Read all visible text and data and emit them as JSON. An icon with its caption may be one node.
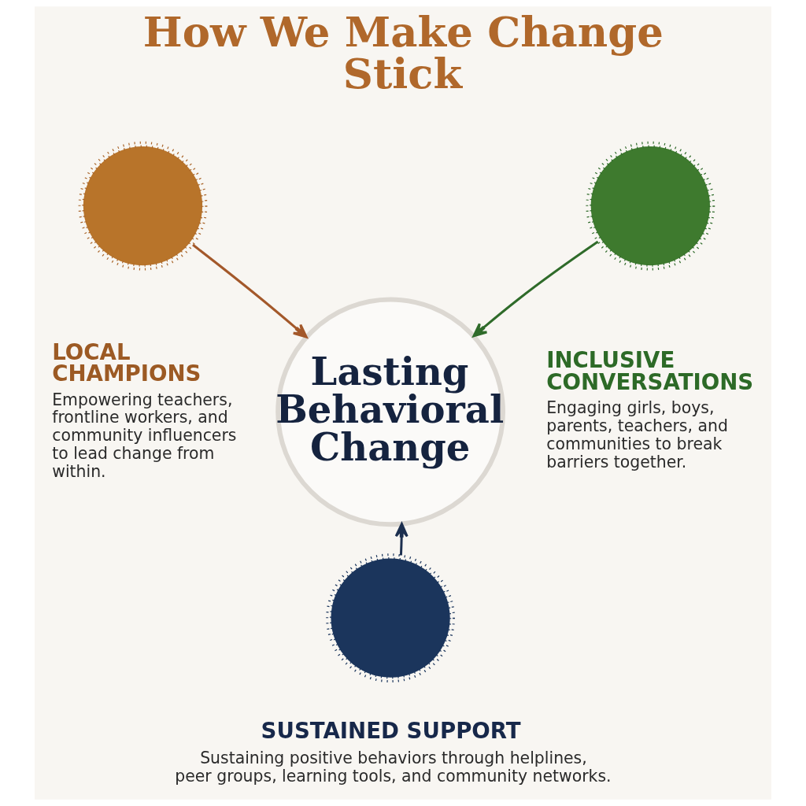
{
  "diagram": {
    "title": "How We Make Change Stick",
    "nodes": [
      {
        "text": [],
        "shape": "circle",
        "beside": [
          "LOCAL CHAMPIONS",
          "Empowering teachers, frontline workers, and community influencers to lead change from within."
        ]
      },
      {
        "text": [],
        "shape": "circle",
        "beside": [
          "INCLUSIVE CONVERSATIONS",
          "Engaging girls, boys, parents, teachers, and communities to break barriers together."
        ]
      },
      {
        "text": [
          "Lasting Behavioral Change"
        ]
      },
      {
        "text": [],
        "shape": "circle",
        "beside": [
          "SUSTAINED SUPPORT",
          "Sustaining positive behaviors through helplines, peer groups, learning tools, and community networks."
        ]
      }
    ],
    "edges": [
      {
        "from": 0,
        "to": 2,
        "arrow": "to",
        "color": "#a3582a"
      },
      {
        "from": 1,
        "to": 2,
        "arrow": "to",
        "color": "#2f6b2a"
      },
      {
        "from": 3,
        "to": 2,
        "arrow": "to",
        "color": "#1c2f4f"
      }
    ]
  }
}
